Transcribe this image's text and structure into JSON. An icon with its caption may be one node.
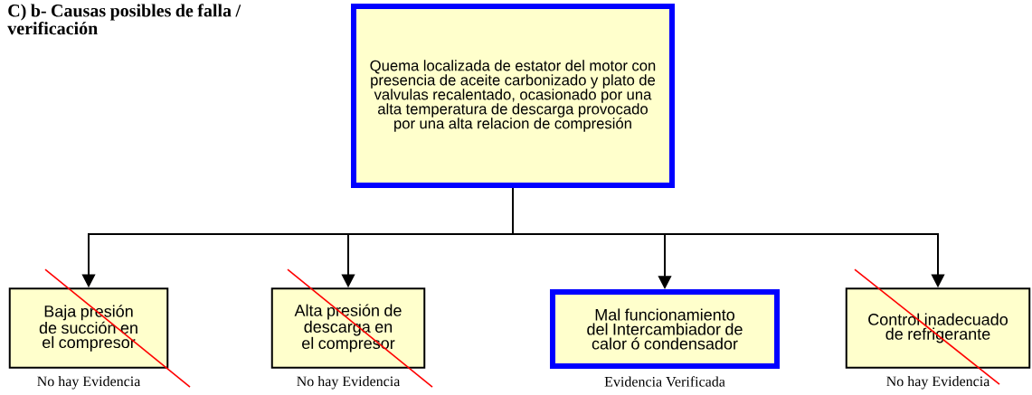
{
  "diagram": {
    "title": "C) b- Causas posibles de  falla / verificación",
    "nodes": [
      {
        "text": [
          "Quema localizada de estator del motor con presencia de aceite carbonizado y plato de valvulas recalentado, ocasionado por una alta temperatura de descarga provocado por una alta relacion de compresión"
        ]
      },
      {
        "text": [
          "Baja presión de succión en el compresor"
        ],
        "beside": [
          "No hay Evidencia"
        ]
      },
      {
        "text": [
          "Alta presión de descarga en el compresor"
        ],
        "beside": [
          "No hay Evidencia"
        ]
      },
      {
        "text": [
          "Mal funcionamiento del Intercambiador de calor ó condensador"
        ],
        "beside": [
          "Evidencia Verificada"
        ]
      },
      {
        "text": [
          "Control inadecuado de refrigerante"
        ],
        "beside": [
          "No hay Evidencia"
        ]
      }
    ],
    "edges": [
      {
        "from": 0,
        "to": 1,
        "arrow": "to"
      },
      {
        "from": 0,
        "to": 2,
        "arrow": "to"
      },
      {
        "from": 0,
        "to": 3,
        "arrow": "to"
      },
      {
        "from": 0,
        "to": 4,
        "arrow": "to"
      }
    ]
  }
}
